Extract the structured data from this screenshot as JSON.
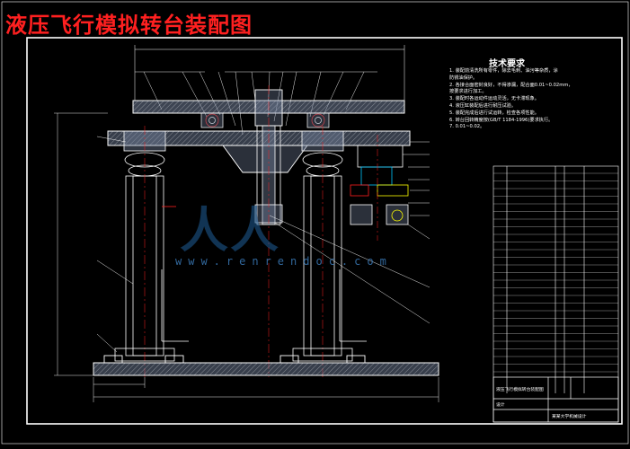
{
  "drawing": {
    "title": "液压飞行模拟转台装配图",
    "tech_requirements_title": "技术要求",
    "tech_requirements": [
      "1. 装配前清洗所有零件，除去毛刺、油污等杂质，涂",
      "   防锈油保护。",
      "2. 各接合面密封良好，不得渗漏，配合面0.01~0.02mm，",
      "   按要求进行加工。",
      "3. 装配时各运动件运动灵活，无卡滞现象。",
      "4. 液压缸装配后进行耐压试验。",
      "5. 装配完成后进行试运转，检查各项性能。",
      "6. 转台回转精度按(GB/T 1184-1996)要求执行。",
      "7. 0.01~0.02。"
    ],
    "watermark_logo": "人人",
    "watermark": "www.renrendoc.com",
    "colors": {
      "background": "#000000",
      "line": "#ffffff",
      "title": "#ff2020",
      "section": "#7b8aa6",
      "center": "#ff2020",
      "annotation": "#ffff00",
      "accent": "#00c8ff",
      "watermark": "#3a7ab8"
    },
    "title_block": {
      "project": "液压飞行模拟转台装配图",
      "drawn": "设计",
      "school": "某某大学机械设计"
    }
  }
}
